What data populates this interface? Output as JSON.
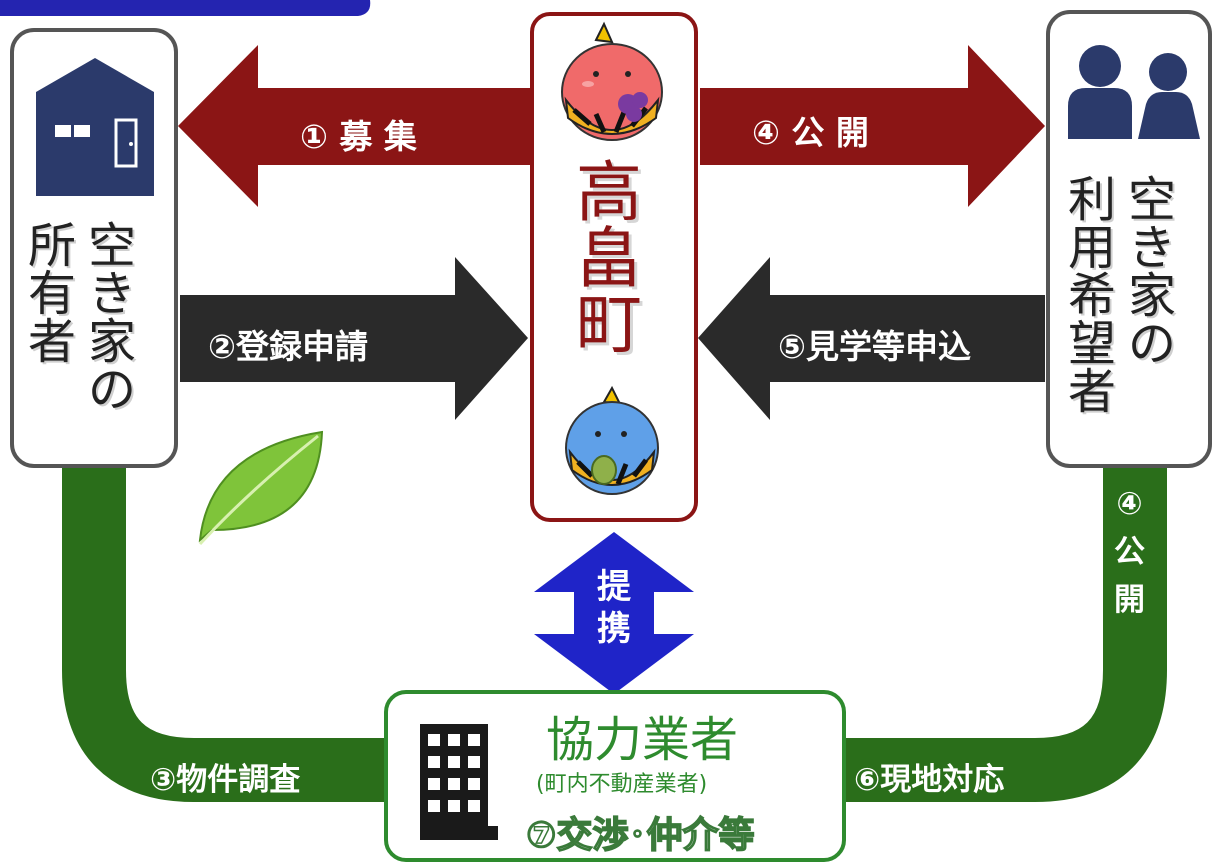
{
  "town": {
    "name": [
      "高",
      "畠",
      "町"
    ]
  },
  "owner": {
    "col_right": [
      "空",
      "き",
      "家",
      "の"
    ],
    "col_left": [
      "所",
      "有",
      "者"
    ]
  },
  "user": {
    "col_right": [
      "空",
      "き",
      "家",
      "の"
    ],
    "col_left": [
      "利",
      "用",
      "希",
      "望",
      "者"
    ]
  },
  "arrows": {
    "recruit": "① 募 集",
    "publish_top": "④ 公 開",
    "register": "②登録申請",
    "visit": "⑤見学等申込",
    "survey": "③物件調査",
    "onsite": "⑥現地対応",
    "publish_side": [
      "④",
      "公",
      "開"
    ],
    "tieup": [
      "提",
      "携"
    ]
  },
  "partner": {
    "name": "協力業者",
    "sub": "(町内不動産業者)",
    "task": "⑦交渉･仲介等"
  },
  "colors": {
    "red_arrow": "#8b1515",
    "dark_arrow": "#2a2a2a",
    "green_flow": "#2a6e1a",
    "blue_arrow": "#1f24c8",
    "banner": "#2424b0"
  }
}
